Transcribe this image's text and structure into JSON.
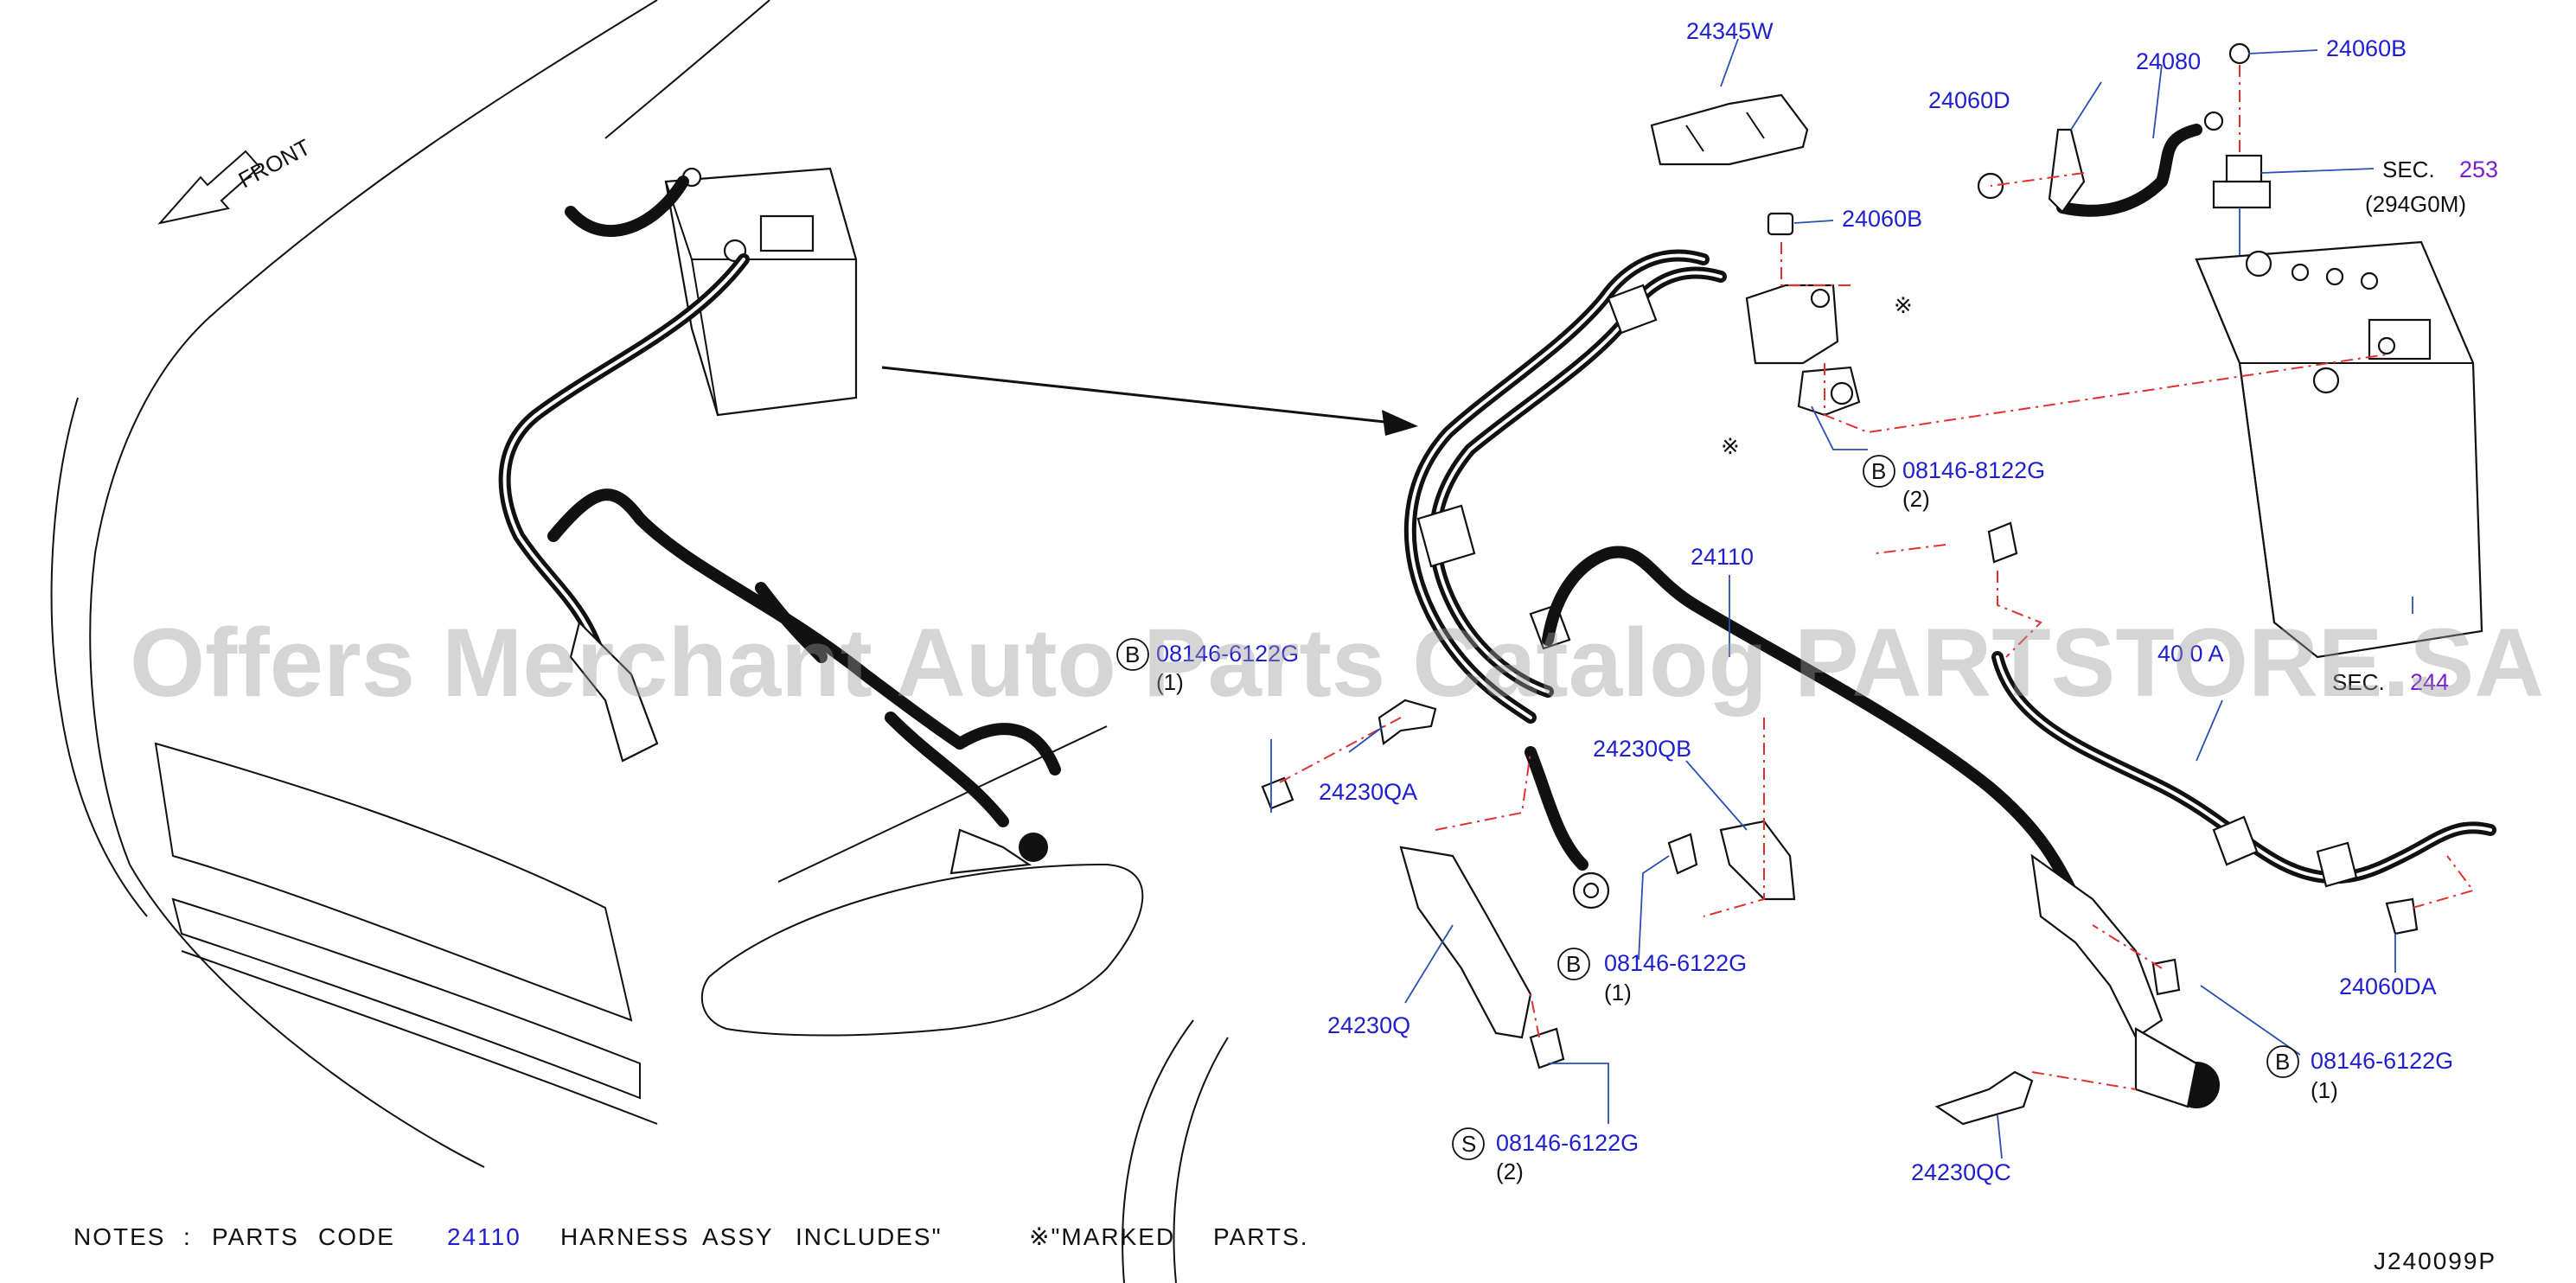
{
  "front_label": "FRONT",
  "watermark": "Offers Merchant Auto Parts Catalog PARTSTORE.SA",
  "diagram_id": "J240099P",
  "mark_symbol": "※",
  "callouts": {
    "c24345W": "24345W",
    "c24060D": "24060D",
    "c24080": "24080",
    "c24060B_top": "24060B",
    "c24060B_mid": "24060B",
    "sec253_prefix": "SEC.",
    "sec253_num": "253",
    "sec253_sub": "(294G0M)",
    "b1_letter": "B",
    "b1_code": "08146-8122G",
    "b1_qty": "(2)",
    "c24110": "24110",
    "b2_letter": "B",
    "b2_code": "08146-6122G",
    "b2_qty": "(1)",
    "c24230QA": "24230QA",
    "c24230QB": "24230QB",
    "c24230Q": "24230Q",
    "b3_letter": "B",
    "b3_code": "08146-6122G",
    "b3_qty": "(1)",
    "s1_letter": "S",
    "s1_code": "08146-6122G",
    "s1_qty": "(2)",
    "c24230QC": "24230QC",
    "b4_letter": "B",
    "b4_code": "08146-6122G",
    "b4_qty": "(1)",
    "c24060DA": "24060DA",
    "c40_partial": "40 0 A",
    "sec244_prefix": "SEC.",
    "sec244_num": "244"
  },
  "notes": {
    "label": "NOTES",
    "colon": ":",
    "w1": "PARTS",
    "w2": "CODE",
    "code": "24110",
    "w3": "HARNESS",
    "w4": "ASSY",
    "w5": "INCLUDES\"",
    "marked": "※\"MARKED",
    "parts": "PARTS."
  }
}
